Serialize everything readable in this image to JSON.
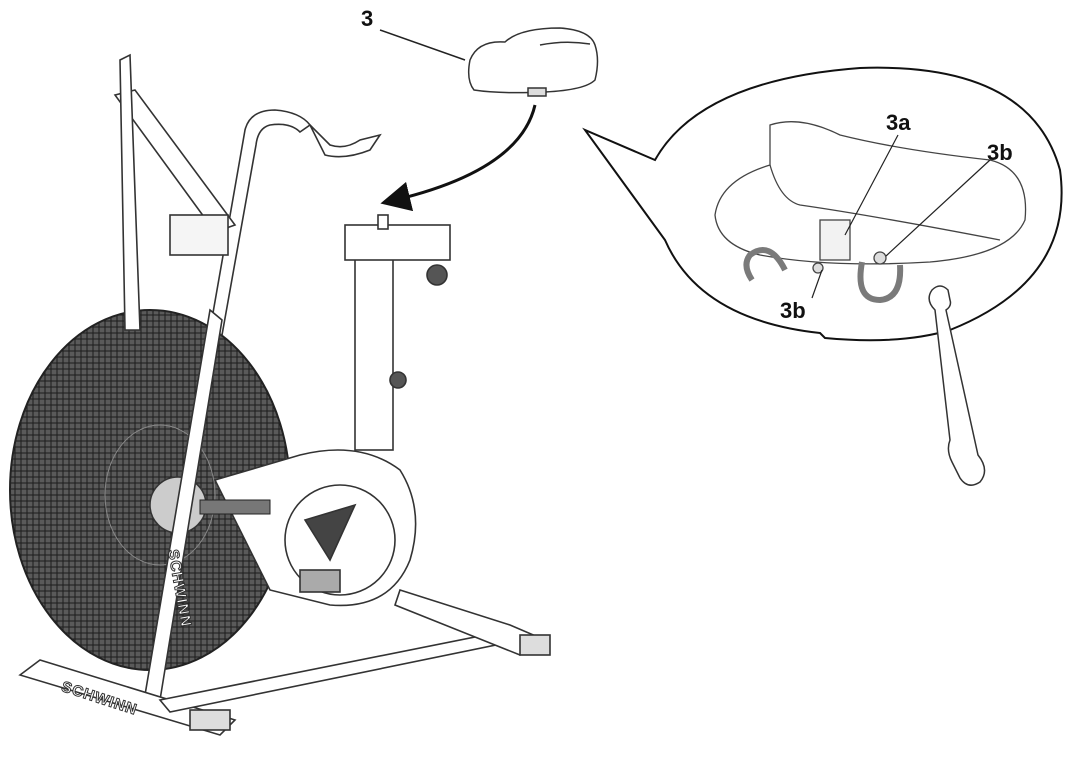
{
  "figure": {
    "type": "assembly-illustration",
    "subject": "Seat installation on air bike",
    "callouts": {
      "seat": "3",
      "clamp": "3a",
      "nut_right": "3b",
      "nut_left": "3b"
    },
    "brand_text": {
      "base": "SCHWINN",
      "fork": "SCHWINN"
    },
    "colors": {
      "line": "#222222",
      "fan_fill": "#3a3a3a",
      "arrow_gray": "#7a7a7a",
      "background": "#ffffff"
    }
  }
}
